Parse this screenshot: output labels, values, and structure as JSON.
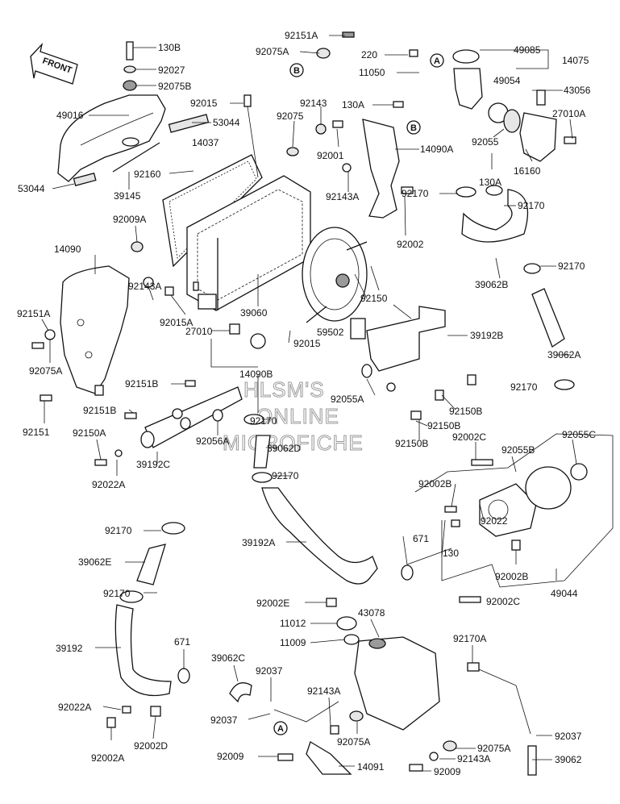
{
  "front_label": "FRONT",
  "ref_markers": [
    "A",
    "B"
  ],
  "watermark": [
    "HLSM'S",
    "ONLINE",
    "MICROFICHE"
  ],
  "labels": [
    "92151A",
    "130B",
    "92075A",
    "92027",
    "220",
    "49085",
    "14075",
    "92075B",
    "11050",
    "49054",
    "43056",
    "49016",
    "92015",
    "53044",
    "92143",
    "130A",
    "27010A",
    "92075",
    "14037",
    "92001",
    "14090A",
    "92055",
    "16160",
    "130A",
    "92160",
    "53044",
    "39145",
    "92143A",
    "92170",
    "92170",
    "92009A",
    "92002",
    "14090",
    "92170",
    "39062B",
    "92143A",
    "39060",
    "92150",
    "92151A",
    "92015A",
    "59502",
    "39192B",
    "27010",
    "92015",
    "39062A",
    "92075A",
    "14090B",
    "92170",
    "92151B",
    "92055A",
    "92150B",
    "92151B",
    "92150B",
    "92151",
    "92150A",
    "92056A",
    "92170",
    "92150B",
    "92002C",
    "39062D",
    "92055B",
    "92055C",
    "39192C",
    "92022A",
    "92170",
    "92002B",
    "671",
    "92022",
    "130",
    "92170",
    "39192A",
    "39062E",
    "92002B",
    "92170",
    "92002E",
    "92002C",
    "49044",
    "39192",
    "11012",
    "43078",
    "671",
    "11009",
    "39062C",
    "92037",
    "92170A",
    "92143A",
    "92022A",
    "92002D",
    "92037",
    "92075A",
    "92037",
    "92002A",
    "92009",
    "14091",
    "92075A",
    "92143A",
    "39062",
    "92009"
  ]
}
